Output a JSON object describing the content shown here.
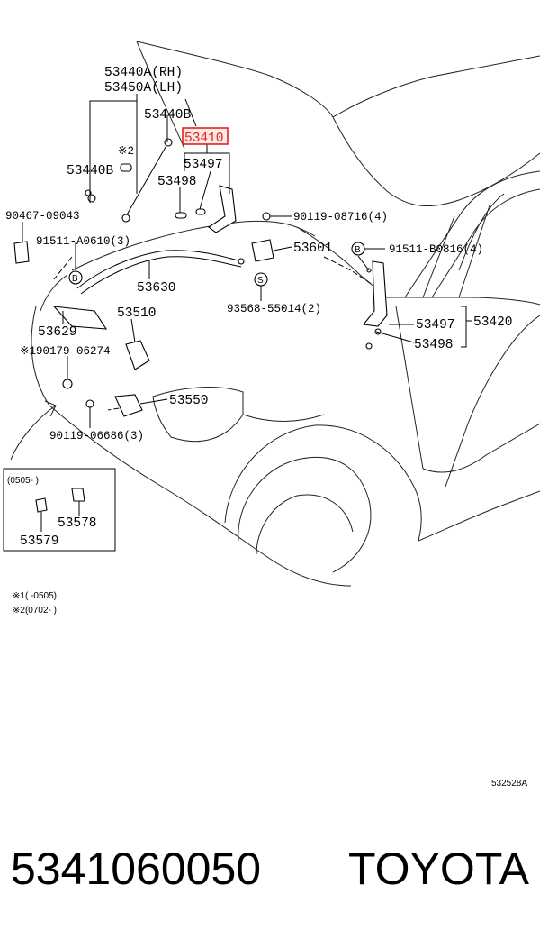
{
  "labels": {
    "p53440A_RH": "53440A(RH)",
    "p53450A_LH": "53450A(LH)",
    "p53440B_top": "53440B",
    "p53410": "53410",
    "note2_mark": "※2",
    "p53497_top": "53497",
    "p53440B_left": "53440B",
    "p53498_top": "53498",
    "p90467": "90467-09043",
    "p90119_08716": "90119-08716(4)",
    "p91511_A0610": "91511-A0610(3)",
    "p53601": "53601",
    "p91511_B0816": "91511-B0816(4)",
    "p53630": "53630",
    "p93568": "93568-55014(2)",
    "p53629": "53629",
    "p53510": "53510",
    "p53497_right": "53497",
    "p53420": "53420",
    "p90179": "※190179-06274",
    "p53498_right": "53498",
    "p53550": "53550",
    "p90119_06686": "90119-06686(3)",
    "inset_range": "(0505-        )",
    "p53578": "53578",
    "p53579": "53579",
    "note1": "※1(       -0505)",
    "note2": "※2(0702-       )",
    "fig_code": "532528A",
    "b_mark": "B",
    "s_mark": "S"
  },
  "highlight_color": "#e2231a",
  "footer": {
    "part_number": "5341060050",
    "brand": "TOYOTA"
  }
}
